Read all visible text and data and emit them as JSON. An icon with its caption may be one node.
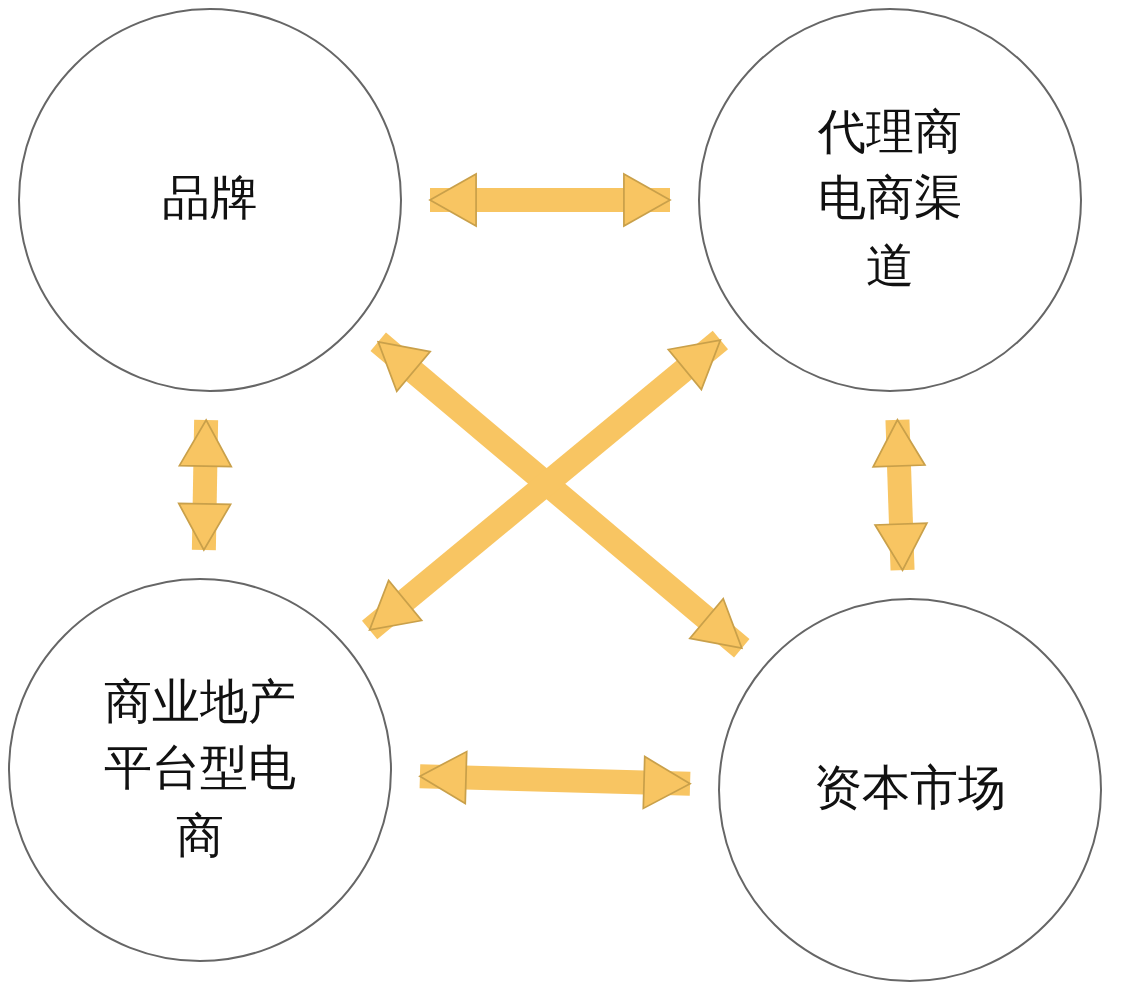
{
  "diagram": {
    "nodes": [
      {
        "text": [
          "品牌"
        ]
      },
      {
        "text": [
          "代理商电商渠道"
        ]
      },
      {
        "text": [
          "商业地产平台型电商"
        ]
      },
      {
        "text": [
          "资本市场"
        ]
      }
    ],
    "edges": [
      {
        "from": 0,
        "to": 1,
        "arrow": "both"
      },
      {
        "from": 0,
        "to": 2,
        "arrow": "both"
      },
      {
        "from": 1,
        "to": 3,
        "arrow": "both"
      },
      {
        "from": 2,
        "to": 3,
        "arrow": "both"
      },
      {
        "from": 0,
        "to": 3,
        "arrow": "both"
      },
      {
        "from": 1,
        "to": 2,
        "arrow": "both"
      }
    ]
  }
}
